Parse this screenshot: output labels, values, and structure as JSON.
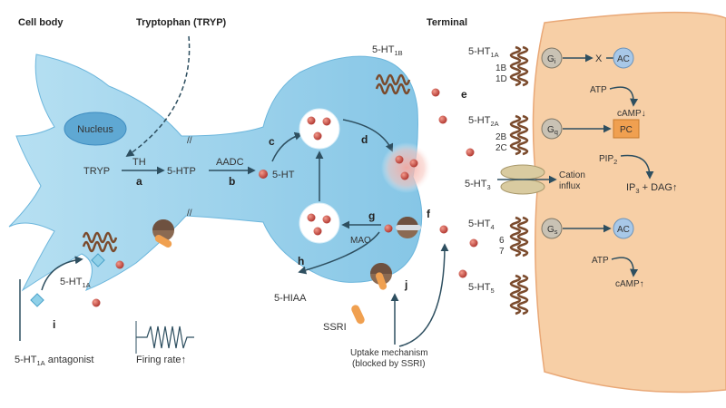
{
  "headers": {
    "cell_body": "Cell body",
    "tryptophan": "Tryptophan (TRYP)",
    "terminal": "Terminal"
  },
  "pathway": {
    "nucleus": "Nucleus",
    "tryp": "TRYP",
    "th": "TH",
    "htp": "5-HTP",
    "aadc": "AADC",
    "ht": "5-HT",
    "mao": "MAO",
    "hiaa": "5-HIAA",
    "ssri": "SSRI"
  },
  "steps": {
    "a": "a",
    "b": "b",
    "c": "c",
    "d": "d",
    "e": "e",
    "f": "f",
    "g": "g",
    "h": "h",
    "i": "i",
    "j": "j"
  },
  "cell_body": {
    "autoreceptor_prefix": "5-HT",
    "autoreceptor_sub": "1A",
    "antagonist_prefix": "5-HT",
    "antagonist_sub": "1A",
    "antagonist_suffix": " antagonist",
    "firing_rate": "Firing rate↑"
  },
  "terminal_receptor": {
    "prefix": "5-HT",
    "sub": "1B"
  },
  "uptake": {
    "line1": "Uptake mechanism",
    "line2": "(blocked by SSRI)"
  },
  "receptors": {
    "r1": {
      "prefix": "5-HT",
      "sub": "1A",
      "variants": [
        "1B",
        "1D"
      ],
      "gprotein": "G",
      "gsub": "i",
      "x": "X",
      "ac": "AC",
      "atp": "ATP",
      "camp": "cAMP↓"
    },
    "r2": {
      "prefix": "5-HT",
      "sub": "2A",
      "variants": [
        "2B",
        "2C"
      ],
      "gprotein": "G",
      "gsub": "q",
      "pc": "PC",
      "pip_prefix": "PIP",
      "pip_sub": "2",
      "ip_prefix": "IP",
      "ip_sub": "3",
      "ip_suffix": " + DAG↑"
    },
    "r3": {
      "prefix": "5-HT",
      "sub": "3",
      "cation_line1": "Cation",
      "cation_line2": "influx"
    },
    "r4": {
      "prefix": "5-HT",
      "sub": "4",
      "variants": [
        "6",
        "7"
      ],
      "gprotein": "G",
      "gsub": "s",
      "ac": "AC",
      "atp": "ATP",
      "camp": "cAMP↑"
    },
    "r5": {
      "prefix": "5-HT",
      "sub": "5"
    }
  },
  "colors": {
    "neuron_fill": "#9fd3ec",
    "neuron_edge": "#6cb6dc",
    "target_fill": "#f7cfa6",
    "target_edge": "#e9a877",
    "vesicle": "#c0453c",
    "receptor": "#7a4a2c",
    "gprotein": "#c9c2b4",
    "ac": "#a8c8e8",
    "pc": "#f0a050",
    "arrow": "#2e4f60"
  }
}
